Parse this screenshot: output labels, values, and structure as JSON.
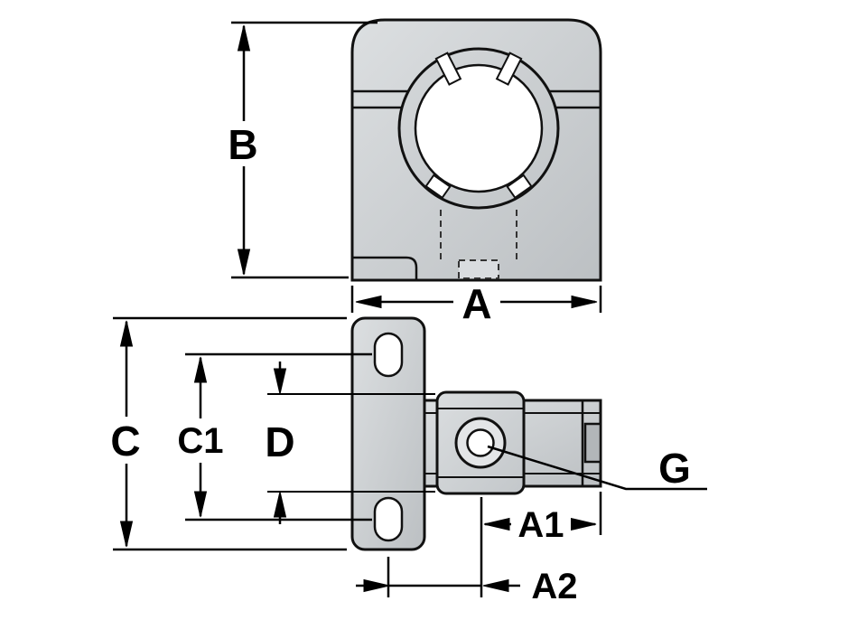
{
  "labels": {
    "B": "B",
    "A": "A",
    "C": "C",
    "C1": "C1",
    "D": "D",
    "A1": "A1",
    "A2": "A2",
    "G": "G"
  },
  "colors": {
    "outline": "#111111",
    "dimension_line": "#000000",
    "body_gray_light": "#d9dcde",
    "body_gray_dark": "#bfc3c6",
    "ring_gray": "#cdd0d3",
    "notch_gray": "#b2b6b9",
    "background": "#ffffff"
  }
}
